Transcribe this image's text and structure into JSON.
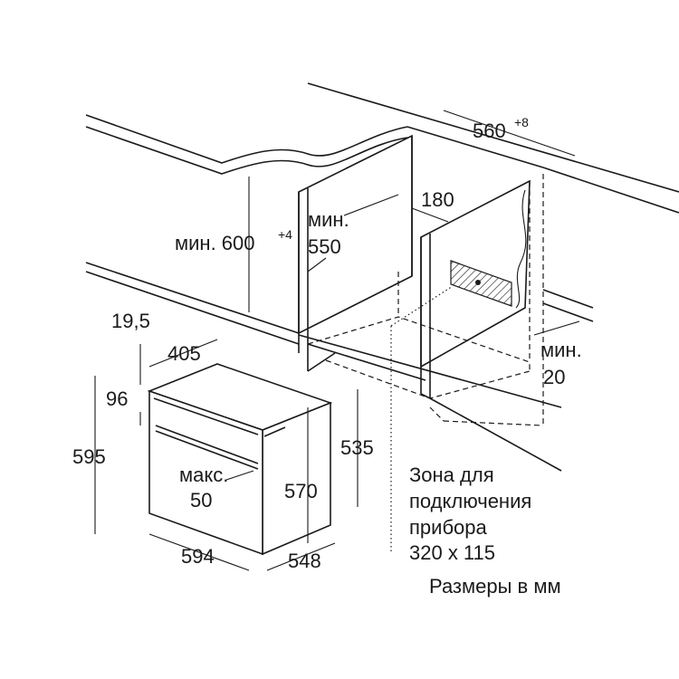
{
  "title": "Размеры в мм",
  "dimensions": {
    "niche_width": "560",
    "niche_width_tolerance": "+8",
    "gap_180": "180",
    "min_550_prefix": "мин.",
    "min_550_value": "550",
    "min_600_label": "мин. 600",
    "min_600_tolerance": "+4",
    "min_20_prefix": "мин.",
    "min_20_value": "20",
    "oven_19_5": "19,5",
    "oven_405": "405",
    "oven_96": "96",
    "oven_595": "595",
    "oven_535": "535",
    "oven_max_prefix": "макс.",
    "oven_max_value": "50",
    "oven_570": "570",
    "oven_594": "594",
    "oven_548": "548"
  },
  "connection_zone": {
    "lines": [
      "Зона для",
      "подключения",
      "прибора",
      "320 x 115"
    ]
  }
}
